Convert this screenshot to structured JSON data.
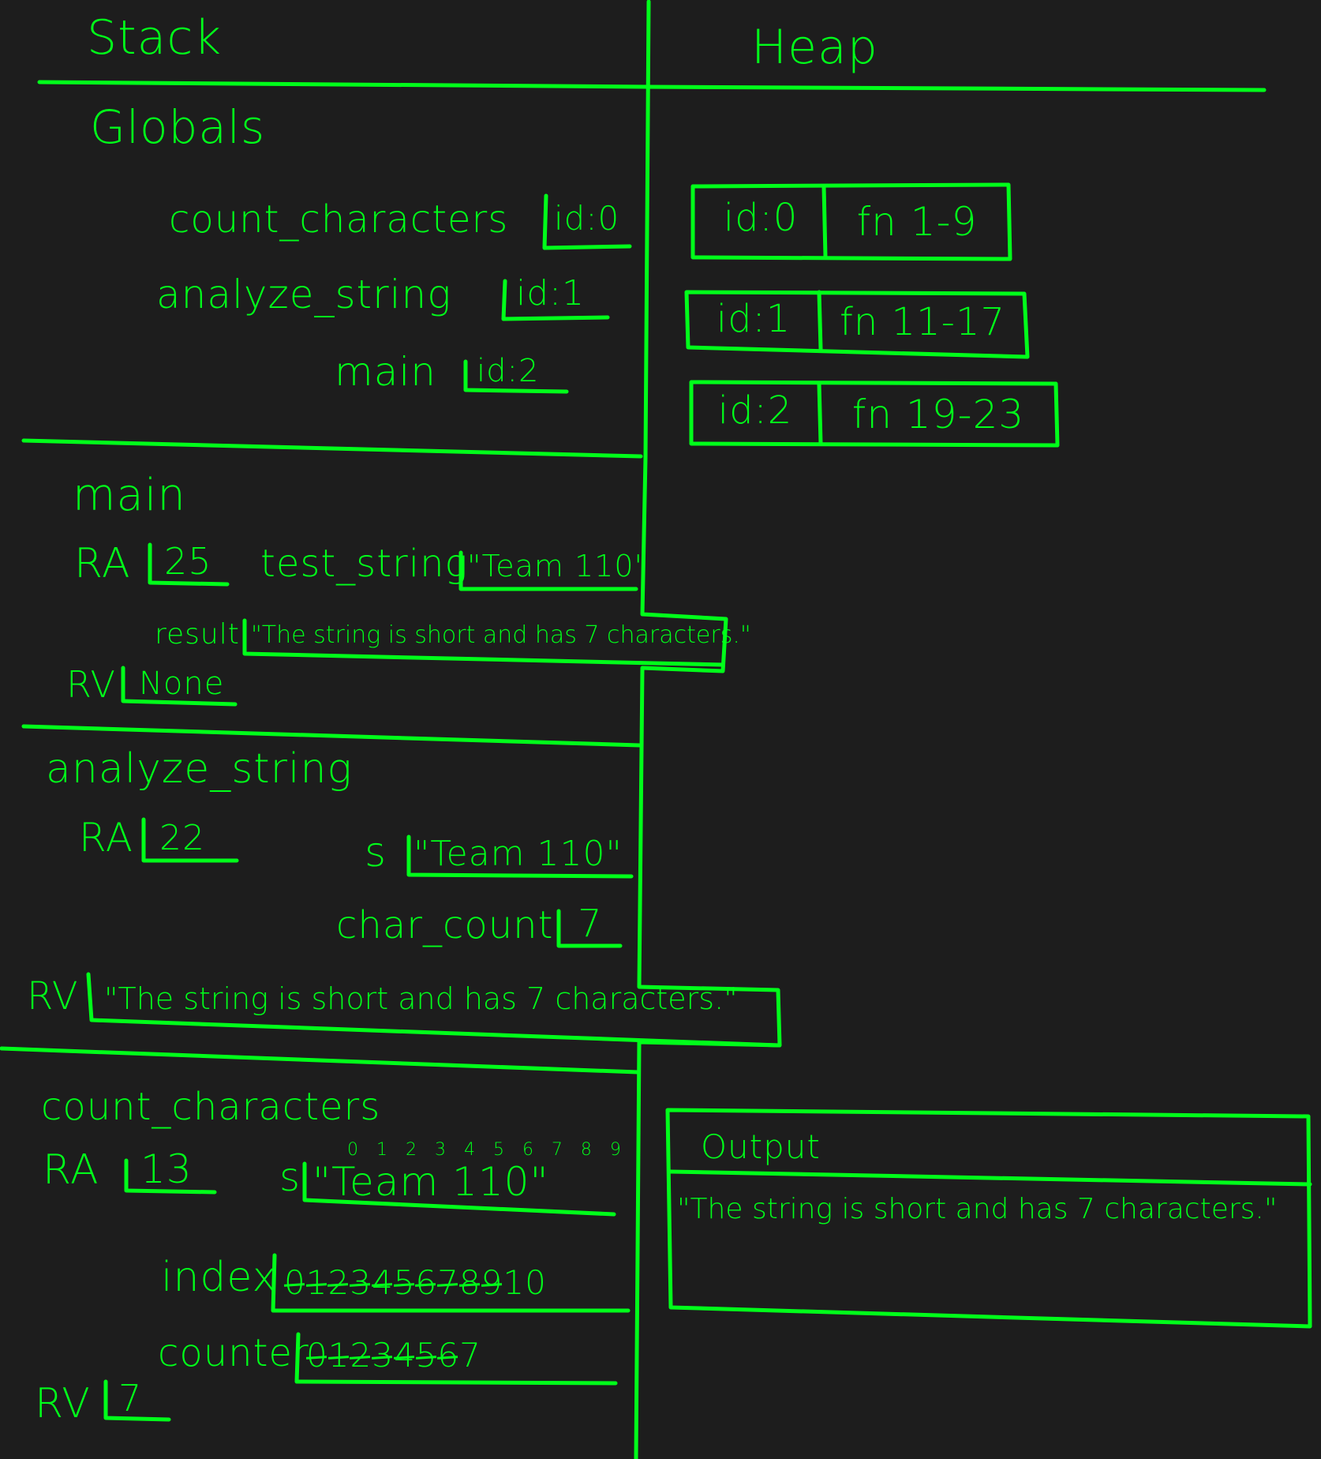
{
  "colors": {
    "background": "#1d1d1d",
    "ink": "#00ff1a"
  },
  "headers": {
    "stack": "Stack",
    "heap": "Heap"
  },
  "globals": {
    "title": "Globals",
    "vars": [
      {
        "name": "count_characters",
        "value": "id:0"
      },
      {
        "name": "analyze_string",
        "value": "id:1"
      },
      {
        "name": "main",
        "value": "id:2"
      }
    ]
  },
  "heap_objects": [
    {
      "id": "id:0",
      "value": "fn 1-9"
    },
    {
      "id": "id:1",
      "value": "fn 11-17"
    },
    {
      "id": "id:2",
      "value": "fn 19-23"
    }
  ],
  "frame_main": {
    "title": "main",
    "ra_label": "RA",
    "ra_value": "25",
    "test_string_label": "test_string",
    "test_string_value": "\"Team 110\"",
    "result_label": "result",
    "result_value": "\"The string is short and has 7 characters.\"",
    "rv_label": "RV",
    "rv_value": "None"
  },
  "frame_analyze": {
    "title": "analyze_string",
    "ra_label": "RA",
    "ra_value": "22",
    "s_label": "s",
    "s_value": "\"Team 110\"",
    "char_count_label": "char_count",
    "char_count_value": "7",
    "rv_label": "RV",
    "rv_value": "\"The string is short and has 7 characters.\""
  },
  "frame_count": {
    "title": "count_characters",
    "ra_label": "RA",
    "ra_value": "13",
    "s_label": "s",
    "s_value": "\"Team 110\"",
    "s_indices": "0 1 2 3 4 5 6 7 8 9",
    "index_label": "index",
    "index_struck": [
      "0",
      "1",
      "2",
      "3",
      "4",
      "5",
      "6",
      "7",
      "8",
      "9"
    ],
    "index_current": "10",
    "counter_label": "counter",
    "counter_struck": [
      "0",
      "1",
      "2",
      "3",
      "4",
      "5",
      "6"
    ],
    "counter_current": "7",
    "rv_label": "RV",
    "rv_value": "7"
  },
  "output": {
    "title": "Output",
    "text": "\"The string is short and has 7 characters.\""
  }
}
